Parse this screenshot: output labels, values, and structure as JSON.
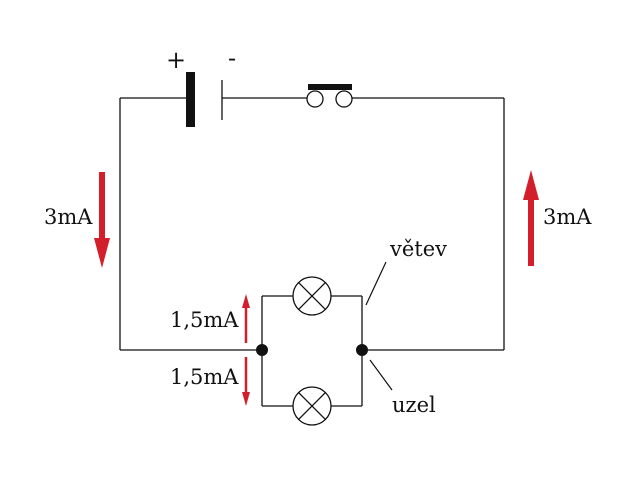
{
  "diagram": {
    "battery": {
      "plus_label": "+",
      "minus_label": "-"
    },
    "currents": {
      "left_main": "3mA",
      "right_main": "3mA",
      "upper_branch": "1,5mA",
      "lower_branch": "1,5mA"
    },
    "callouts": {
      "branch": "větev",
      "node": "uzel"
    },
    "colors": {
      "wire": "#111111",
      "arrow": "#d21f2b",
      "background": "#ffffff"
    },
    "components": {
      "lamps": [
        "lamp-icon",
        "lamp-icon"
      ],
      "switch": "push-button-switch-icon",
      "battery": "battery-icon",
      "nodes": [
        "junction-dot",
        "junction-dot"
      ]
    }
  }
}
